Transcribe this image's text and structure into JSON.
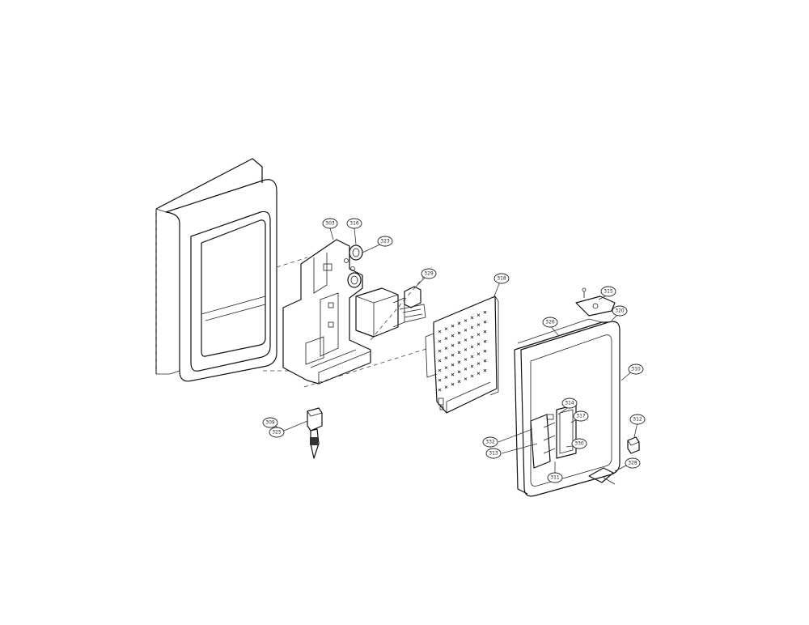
{
  "callouts": [
    {
      "id": "c1",
      "label": "303"
    },
    {
      "id": "c2",
      "label": "316"
    },
    {
      "id": "c3",
      "label": "323"
    },
    {
      "id": "c4",
      "label": "329"
    },
    {
      "id": "c5",
      "label": "318"
    },
    {
      "id": "c6",
      "label": "315"
    },
    {
      "id": "c7",
      "label": "320"
    },
    {
      "id": "c8",
      "label": "326"
    },
    {
      "id": "c9",
      "label": "310"
    },
    {
      "id": "c10",
      "label": "314"
    },
    {
      "id": "c11",
      "label": "317"
    },
    {
      "id": "c12",
      "label": "332"
    },
    {
      "id": "c13",
      "label": "313"
    },
    {
      "id": "c14",
      "label": "330"
    },
    {
      "id": "c15",
      "label": "311"
    },
    {
      "id": "c16",
      "label": "312"
    },
    {
      "id": "c17",
      "label": "328"
    },
    {
      "id": "c18",
      "label": "325"
    },
    {
      "id": "c19",
      "label": "309"
    }
  ]
}
